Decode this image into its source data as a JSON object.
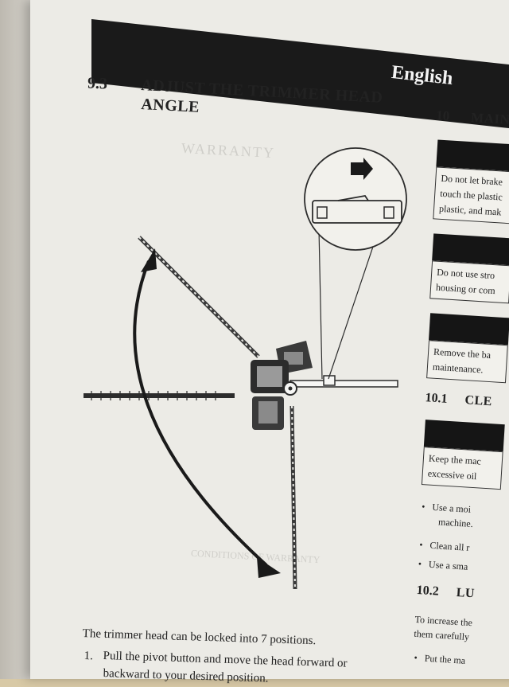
{
  "header": {
    "language": "English"
  },
  "left": {
    "section_number": "9.3",
    "section_title_line1": "ADJUST THE TRIMMER HEAD",
    "section_title_line2": "ANGLE",
    "intro": "The trimmer head can be locked into 7 positions.",
    "step1_number": "1.",
    "step1_line1": "Pull the pivot button and move the head forward or",
    "step1_line2": "backward to your desired position."
  },
  "right": {
    "section10_number": "10",
    "section10_title": "MAIN",
    "box1_line1": "Do not let brake",
    "box1_line2": "touch the plastic",
    "box1_line3": "plastic, and mak",
    "box2_line1": "Do not use stro",
    "box2_line2": "housing or com",
    "box3_line1": "Remove the ba",
    "box3_line2": "maintenance.",
    "sub101_number": "10.1",
    "sub101_title": "CLE",
    "box4_line1": "Keep the mac",
    "box4_line2": "excessive oil",
    "bullet1_line1": "Use a moi",
    "bullet1_line2": "machine.",
    "bullet2": "Clean all r",
    "bullet3": "Use a sma",
    "sub102_number": "10.2",
    "sub102_title": "LU",
    "para_line1": "To increase the",
    "para_line2": "them carefully",
    "bullet4": "Put the ma"
  },
  "bleed": {
    "heading": "WARRANTY",
    "sub_heading": "CONDITIONS OF WARRANTY"
  }
}
